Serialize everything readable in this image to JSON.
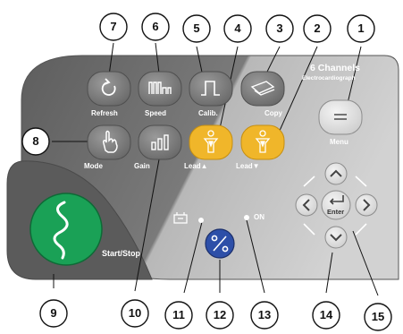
{
  "device": {
    "title_line1": "6 Channels",
    "title_line2": "Electrocardiograph"
  },
  "buttons": {
    "refresh": "Refresh",
    "speed": "Speed",
    "calib": "Calib.",
    "copy": "Copy",
    "menu": "Menu",
    "mode": "Mode",
    "gain": "Gain",
    "lead_up": "Lead▲",
    "lead_down": "Lead▼",
    "enter": "Enter",
    "start_stop": "Start/Stop",
    "on_indicator": "ON"
  },
  "callouts": [
    "1",
    "2",
    "3",
    "4",
    "5",
    "6",
    "7",
    "8",
    "9",
    "10",
    "11",
    "12",
    "13",
    "14",
    "15"
  ],
  "icons": {
    "refresh": "refresh-icon",
    "speed": "speed-bars-icon",
    "calib": "calibration-pulse-icon",
    "copy": "copy-paper-icon",
    "menu": "menu-lines-icon",
    "mode": "hand-pointer-icon",
    "gain": "gain-bars-icon",
    "lead": "lead-body-icon",
    "battery": "battery-icon",
    "percent": "percent-icon",
    "start": "ecg-wave-icon"
  },
  "colors": {
    "panel_dark": "#6e6e6e",
    "panel_light": "#c4c4c4",
    "lead_yellow": "#f0b62a",
    "start_green": "#1aa156",
    "percent_blue": "#2d4fa8"
  }
}
